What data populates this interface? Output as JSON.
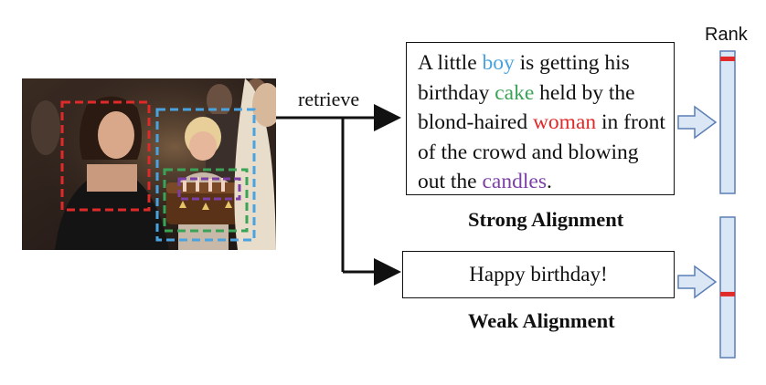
{
  "retrieve_label": "retrieve",
  "rank_label": "Rank",
  "strong_caption": {
    "parts": [
      {
        "text": "A little ",
        "color": "#111111"
      },
      {
        "text": "boy",
        "color": "#4aa3df"
      },
      {
        "text": " is getting his birthday ",
        "color": "#111111"
      },
      {
        "text": "cake",
        "color": "#3aa357"
      },
      {
        "text": " held by the blond-haired ",
        "color": "#111111"
      },
      {
        "text": "woman",
        "color": "#e02a2a"
      },
      {
        "text": " in front of the crowd and blowing out the ",
        "color": "#111111"
      },
      {
        "text": "candles",
        "color": "#7b3fa6"
      },
      {
        "text": ".",
        "color": "#111111"
      }
    ],
    "label": "Strong Alignment",
    "rank_fraction": 0.04
  },
  "weak_caption": {
    "text": "Happy birthday!",
    "label": "Weak Alignment",
    "rank_fraction": 0.55
  },
  "colors": {
    "woman_box": "#e02a2a",
    "boy_box": "#4aa3df",
    "cake_box": "#3aa357",
    "candles_box": "#7b3fa6",
    "rank_bar_fill": "#d9e6f5",
    "rank_bar_edge": "#5b7fb5",
    "rank_marker": "#e02a2a",
    "arrow_fill": "#dbe7f5",
    "arrow_edge": "#5b7fb5"
  }
}
